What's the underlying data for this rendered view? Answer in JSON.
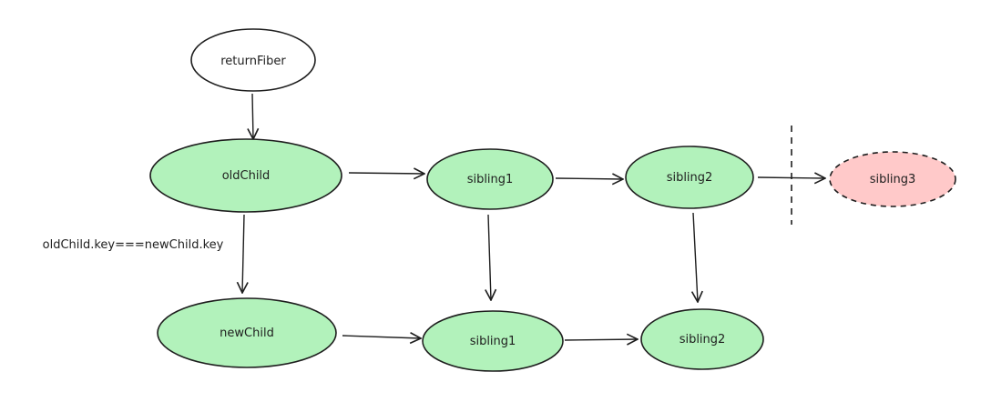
{
  "colors": {
    "stroke": "#1e1e1e",
    "node_fill_default": "#ffffff",
    "node_fill_green": "#b2f2bb",
    "node_fill_red": "#ffc9c9"
  },
  "nodes": {
    "returnFiber": {
      "label": "returnFiber",
      "fill": "#ffffff",
      "style": "solid"
    },
    "oldChild": {
      "label": "oldChild",
      "fill": "#b2f2bb",
      "style": "solid"
    },
    "old_sibling1": {
      "label": "sibling1",
      "fill": "#b2f2bb",
      "style": "solid"
    },
    "old_sibling2": {
      "label": "sibling2",
      "fill": "#b2f2bb",
      "style": "solid"
    },
    "old_sibling3": {
      "label": "sibling3",
      "fill": "#ffc9c9",
      "style": "dashed"
    },
    "newChild": {
      "label": "newChild",
      "fill": "#b2f2bb",
      "style": "solid"
    },
    "new_sibling1": {
      "label": "sibling1",
      "fill": "#b2f2bb",
      "style": "solid"
    },
    "new_sibling2": {
      "label": "sibling2",
      "fill": "#b2f2bb",
      "style": "solid"
    }
  },
  "edges": [
    {
      "from": "returnFiber",
      "to": "oldChild"
    },
    {
      "from": "oldChild",
      "to": "old_sibling1"
    },
    {
      "from": "old_sibling1",
      "to": "old_sibling2"
    },
    {
      "from": "old_sibling2",
      "to": "old_sibling3"
    },
    {
      "from": "oldChild",
      "to": "newChild",
      "label": "oldChild.key===newChild.key"
    },
    {
      "from": "old_sibling1",
      "to": "new_sibling1"
    },
    {
      "from": "old_sibling2",
      "to": "new_sibling2"
    },
    {
      "from": "newChild",
      "to": "new_sibling1"
    },
    {
      "from": "new_sibling1",
      "to": "new_sibling2"
    }
  ],
  "separator": {
    "style": "dashed"
  }
}
